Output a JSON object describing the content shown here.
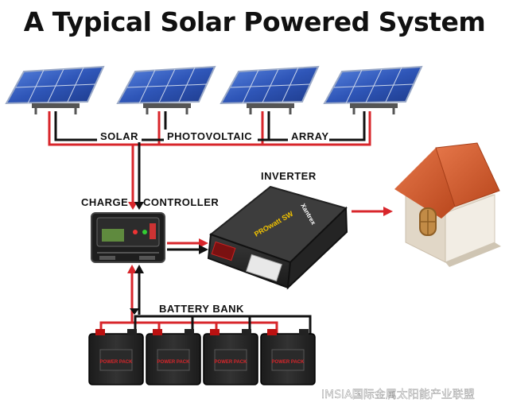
{
  "title": "A Typical Solar Powered System",
  "labels": {
    "solar": "SOLAR",
    "photovoltaic": "PHOTOVOLTAIC",
    "array": "ARRAY",
    "charge": "CHARGE",
    "controller": "CONTROLLER",
    "inverter": "INVERTER",
    "battery_bank": "BATTERY BANK"
  },
  "inverter_brand": "Xantrex",
  "inverter_model": "PROwatt SW",
  "battery_brand": "POWER PACK",
  "watermark": "IMSIA国际金属太阳能产业联盟",
  "colors": {
    "wire_red": "#d8262b",
    "wire_black": "#111111",
    "panel_blue": "#2f56b8",
    "roof": "#d9602e",
    "house_wall": "#f2ede4",
    "inverter_body": "#2a2a2a"
  }
}
